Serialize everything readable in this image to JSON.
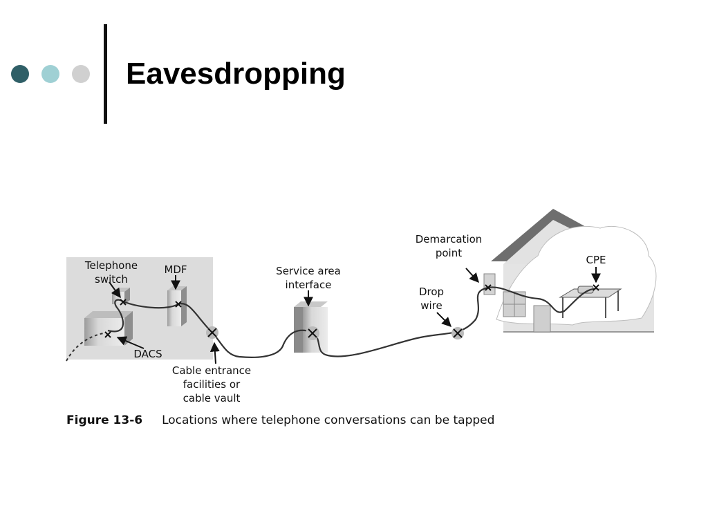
{
  "slide": {
    "title": "Eavesdropping",
    "accent_colors": [
      "#2f5f67",
      "#9fd0d4",
      "#d0d0d0"
    ]
  },
  "figure": {
    "number": "Figure 13-6",
    "caption": "Locations where telephone conversations can be tapped",
    "labels": {
      "telephone_switch": "Telephone\nswitch",
      "mdf": "MDF",
      "dacs": "DACS",
      "cable_entrance": "Cable entrance\nfacilities or\ncable vault",
      "service_area_interface": "Service area\ninterface",
      "drop_wire": "Drop\nwire",
      "demarcation_point": "Demarcation\npoint",
      "cpe": "CPE"
    }
  }
}
